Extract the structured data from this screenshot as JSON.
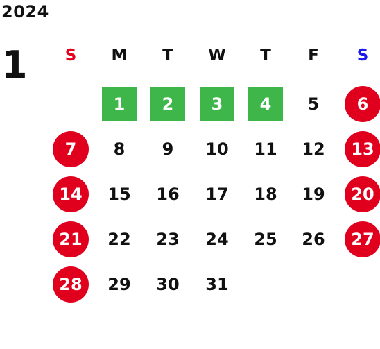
{
  "calendar": {
    "year": "2024",
    "month": "1",
    "weekday_headers": [
      "S",
      "M",
      "T",
      "W",
      "T",
      "F",
      "S"
    ],
    "colors": {
      "sunday_header": "#e8001c",
      "saturday_header": "#1a1aee",
      "weekend_circle": "#e0001e",
      "holiday_square": "#3fb64a"
    },
    "first_weekday_index": 1,
    "days_in_month": 31,
    "highlighted_days": [
      "1",
      "2",
      "3",
      "4"
    ],
    "weekend_days": [
      "6",
      "7",
      "13",
      "14",
      "20",
      "21",
      "27",
      "28"
    ]
  }
}
